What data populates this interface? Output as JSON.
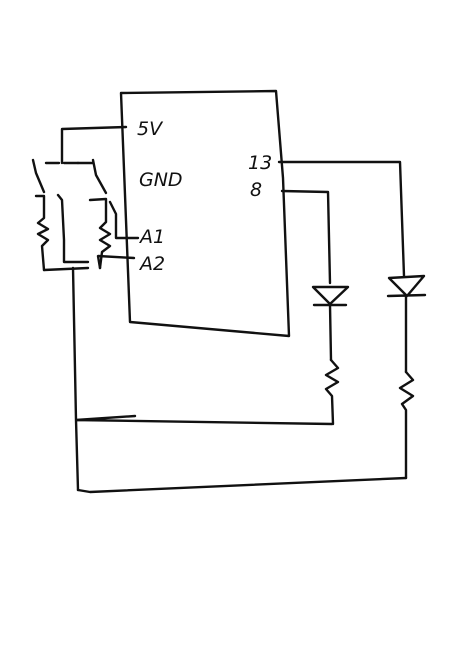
{
  "microcontroller": {
    "pin_5v": "5V",
    "pin_gnd": "GND",
    "pin_a1": "A1",
    "pin_a2": "A2",
    "pin_13": "13",
    "pin_8": "8"
  },
  "colors": {
    "ink": "#111111",
    "paper": "#ffffff"
  }
}
